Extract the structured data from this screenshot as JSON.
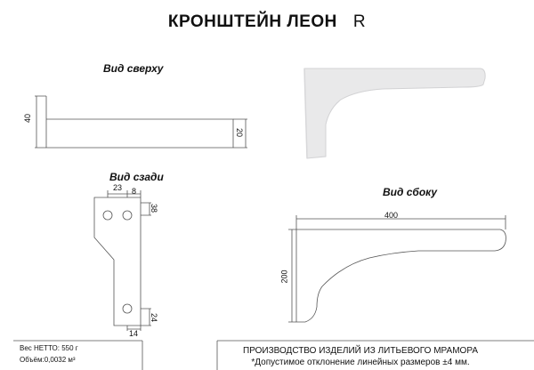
{
  "title": "КРОНШТЕЙН  ЛЕОН",
  "title_mark": "R",
  "views": {
    "top": "Вид сверху",
    "back": "Вид сзади",
    "side": "Вид сбоку"
  },
  "dimensions": {
    "top_height": "40",
    "top_depth": "20",
    "back_top_left": "23",
    "back_top_right": "8",
    "back_side_upper": "38",
    "back_side_lower": "24",
    "back_bottom": "14",
    "side_length": "400",
    "side_height": "200"
  },
  "footer": {
    "weight": "Вес НЕТТО: 550 г",
    "volume": "Объём:0,0032 м³",
    "production": "ПРОИЗВОДСТВО ИЗДЕЛИЙ ИЗ ЛИТЬЕВОГО МРАМОРА",
    "tolerance": "*Допустимое отклонение линейных размеров ±4 мм."
  },
  "colors": {
    "line": "#555555",
    "photo_fill": "#e9e9ea",
    "photo_shadow": "#d2d2d4"
  }
}
